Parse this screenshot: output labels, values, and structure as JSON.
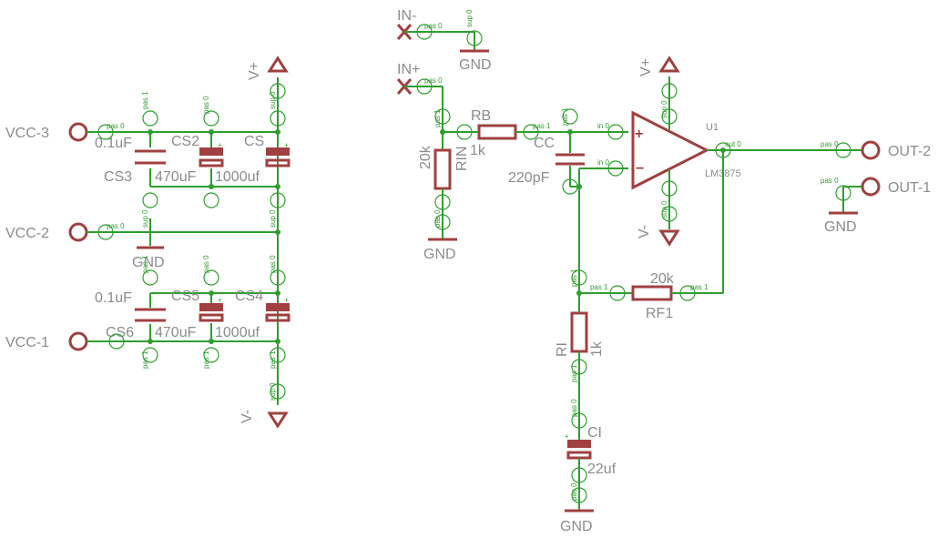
{
  "labels": {
    "vcc3": "VCC-3",
    "vcc2": "VCC-2",
    "vcc1": "VCC-1",
    "vplus_top": "V+",
    "vminus_bot": "V-",
    "in_minus": "IN-",
    "in_plus": "IN+",
    "gnd_in_minus": "GND",
    "gnd_rin": "GND",
    "gnd_supply": "GND",
    "gnd_ci": "GND",
    "gnd_out": "GND",
    "opamp_vplus": "V+",
    "opamp_vminus": "V-",
    "out2": "OUT-2",
    "out1": "OUT-1"
  },
  "components": {
    "cs3_val": "0.1uF",
    "cs3_ref": "CS3",
    "cs2_ref": "CS2",
    "cs2_val": "470uF",
    "cs_ref": "CS",
    "cs_val": "1000uf",
    "cs6_val": "0.1uF",
    "cs6_ref": "CS6",
    "cs5_ref": "CS5",
    "cs5_val": "470uF",
    "cs4_ref": "CS4",
    "cs4_val": "1000uf",
    "rin_val": "20k",
    "rin_ref": "RIN",
    "rb_ref": "RB",
    "rb_val": "1k",
    "cc_ref": "CC",
    "cc_val": "220pF",
    "u1_ref": "U1",
    "u1_val": "LM3875",
    "rf1_val": "20k",
    "rf1_ref": "RF1",
    "ri_ref": "RI",
    "ri_val": "1k",
    "ci_ref": "CI",
    "ci_val": "22uf"
  },
  "pins": {
    "pas0": "pas 0",
    "pas1": "pas 1",
    "sup0": "sup 0",
    "in0": "in 0",
    "in1": "in 0",
    "out0": "out 0"
  },
  "colors": {
    "wire": "#2f9e2f",
    "symbol": "#a04040",
    "text": "#8c8c8c"
  }
}
